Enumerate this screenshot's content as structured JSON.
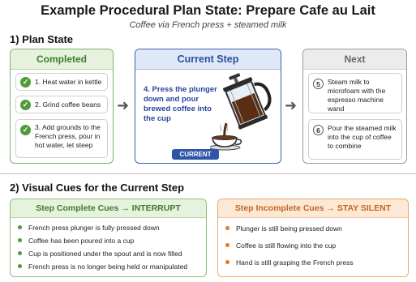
{
  "title": "Example Procedural Plan State: Prepare Cafe au Lait",
  "subtitle": "Coffee via French press + steamed milk",
  "sections": {
    "plan_state": "1) Plan State",
    "visual_cues": "2) Visual Cues for the Current Step"
  },
  "completed": {
    "heading": "Completed",
    "steps": [
      {
        "text": "1. Heat water in kettle"
      },
      {
        "text": "2. Grind coffee beans"
      },
      {
        "text": "3. Add grounds to the French press, pour in hot water, let steep"
      }
    ]
  },
  "current": {
    "heading": "Current Step",
    "step_text": "4. Press the plunger down and pour brewed coffee into the cup",
    "badge": "CURRENT"
  },
  "next": {
    "heading": "Next",
    "steps": [
      {
        "num": "5",
        "text": "Steam milk to microfoam with the espresso machine wand"
      },
      {
        "num": "6",
        "text": "Pour the steamed milk into the cup of coffee to combine"
      }
    ]
  },
  "cues_complete": {
    "heading": "Step Complete Cues → INTERRUPT",
    "items": [
      "French press plunger is fully pressed down",
      "Coffee has been poured into a cup",
      "Cup is positioned under the spout and is now filled",
      "French press is no longer being held or manipulated"
    ]
  },
  "cues_incomplete": {
    "heading": "Step Incomplete Cues → STAY SILENT",
    "items": [
      "Plunger is still being pressed down",
      "Coffee is still flowing into the cup",
      "Hand is still grasping the French press"
    ]
  },
  "icons": {
    "check": "check-icon",
    "arrow": "arrow-right-icon",
    "illustration": "french-press-pouring-illustration"
  },
  "colors": {
    "completed": "#3b7d2b",
    "current": "#2b4f9e",
    "next": "#666666",
    "interrupt": "#3b7d2b",
    "silent": "#c8651b"
  }
}
